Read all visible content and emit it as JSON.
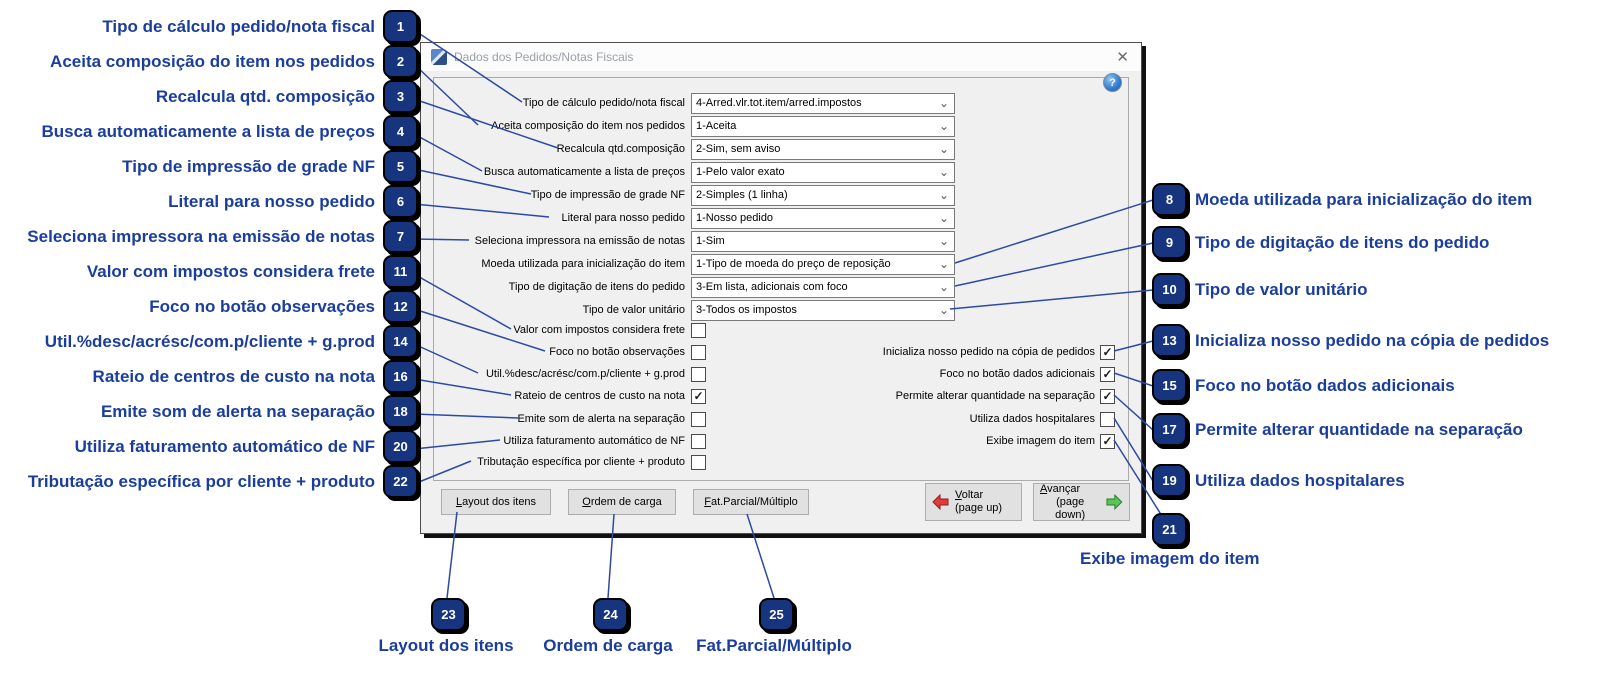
{
  "colors": {
    "annotation_blue": "#1b3e9d",
    "badge_blue": "#16357e",
    "line_blue": "#2b4aa5",
    "back_arrow_red": "#e23b3b",
    "forward_arrow_green": "#58c558"
  },
  "annotations": {
    "left": [
      {
        "num": "1",
        "label": "Tipo de cálculo pedido/nota fiscal"
      },
      {
        "num": "2",
        "label": "Aceita composição do item nos pedidos"
      },
      {
        "num": "3",
        "label": "Recalcula qtd. composição"
      },
      {
        "num": "4",
        "label": "Busca automaticamente a lista de preços"
      },
      {
        "num": "5",
        "label": "Tipo de impressão de grade NF"
      },
      {
        "num": "6",
        "label": "Literal para nosso pedido"
      },
      {
        "num": "7",
        "label": "Seleciona impressora na emissão de notas"
      },
      {
        "num": "11",
        "label": "Valor com impostos considera frete"
      },
      {
        "num": "12",
        "label": "Foco no botão observações"
      },
      {
        "num": "14",
        "label": "Util.%desc/acrésc/com.p/cliente + g.prod"
      },
      {
        "num": "16",
        "label": "Rateio de centros de custo na nota"
      },
      {
        "num": "18",
        "label": "Emite som de alerta na separação"
      },
      {
        "num": "20",
        "label": "Utiliza faturamento automático de NF"
      },
      {
        "num": "22",
        "label": "Tributação específica por cliente + produto"
      }
    ],
    "right": [
      {
        "num": "8",
        "label": "Moeda utilizada para inicialização do item"
      },
      {
        "num": "9",
        "label": "Tipo de digitação de itens do pedido"
      },
      {
        "num": "10",
        "label": "Tipo de valor unitário"
      },
      {
        "num": "13",
        "label": "Inicializa nosso pedido na cópia de pedidos"
      },
      {
        "num": "15",
        "label": "Foco no botão dados adicionais"
      },
      {
        "num": "17",
        "label": "Permite alterar quantidade na separação"
      },
      {
        "num": "19",
        "label": "Utiliza dados hospitalares"
      },
      {
        "num": "21",
        "label": ""
      }
    ],
    "below_right_label": "Exibe imagem do item",
    "bottom": [
      {
        "num": "23",
        "label": "Layout dos itens"
      },
      {
        "num": "24",
        "label": "Ordem de carga"
      },
      {
        "num": "25",
        "label": "Fat.Parcial/Múltiplo"
      }
    ]
  },
  "dialog": {
    "title": "Dados dos Pedidos/Notas Fiscais",
    "close_glyph": "✕",
    "help_glyph": "?",
    "chevron_glyph": "⌄",
    "fields": [
      {
        "label": "Tipo de cálculo pedido/nota fiscal",
        "value": "4-Arred.vlr.tot.item/arred.impostos"
      },
      {
        "label": "Aceita composição do item nos pedidos",
        "value": "1-Aceita"
      },
      {
        "label": "Recalcula qtd.composição",
        "value": "2-Sim, sem aviso"
      },
      {
        "label": "Busca automaticamente a lista de preços",
        "value": "1-Pelo valor exato"
      },
      {
        "label": "Tipo de impressão de grade NF",
        "value": "2-Simples (1 linha)"
      },
      {
        "label": "Literal para nosso pedido",
        "value": "1-Nosso pedido"
      },
      {
        "label": "Seleciona impressora na emissão de notas",
        "value": "1-Sim"
      },
      {
        "label": "Moeda utilizada para inicialização do item",
        "value": "1-Tipo de moeda do preço de reposição"
      },
      {
        "label": "Tipo de digitação de itens do pedido",
        "value": "3-Em lista, adicionais com foco"
      },
      {
        "label": "Tipo de valor unitário",
        "value": "3-Todos os impostos"
      }
    ],
    "checks_left": [
      {
        "label": "Valor com impostos considera frete",
        "mark": ""
      },
      {
        "label": "Foco no botão observações",
        "mark": ""
      },
      {
        "label": "Util.%desc/acrésc/com.p/cliente + g.prod",
        "mark": ""
      },
      {
        "label": "Rateio de centros de custo na nota",
        "mark": "✓"
      },
      {
        "label": "Emite som de alerta na separação",
        "mark": ""
      },
      {
        "label": "Utiliza faturamento automático de NF",
        "mark": ""
      },
      {
        "label": "Tributação específica por cliente + produto",
        "mark": ""
      }
    ],
    "checks_right": [
      {
        "label": "Inicializa nosso pedido na cópia de pedidos",
        "mark": "✓"
      },
      {
        "label": "Foco no botão dados adicionais",
        "mark": "✓"
      },
      {
        "label": "Permite alterar quantidade na separação",
        "mark": "✓"
      },
      {
        "label": "Utiliza dados hospitalares",
        "mark": ""
      },
      {
        "label": "Exibe imagem do item",
        "mark": "✓"
      }
    ],
    "buttons": {
      "layout": {
        "first": "L",
        "rest": "ayout dos itens"
      },
      "ordem": {
        "first": "O",
        "rest": "rdem de carga"
      },
      "fat": {
        "first": "F",
        "rest": "at.Parcial/Múltiplo"
      },
      "voltar": {
        "first": "V",
        "rest": "oltar",
        "sub": "(page up)"
      },
      "avancar": {
        "first": "A",
        "rest": "vançar",
        "sub": "(page down)"
      }
    }
  }
}
